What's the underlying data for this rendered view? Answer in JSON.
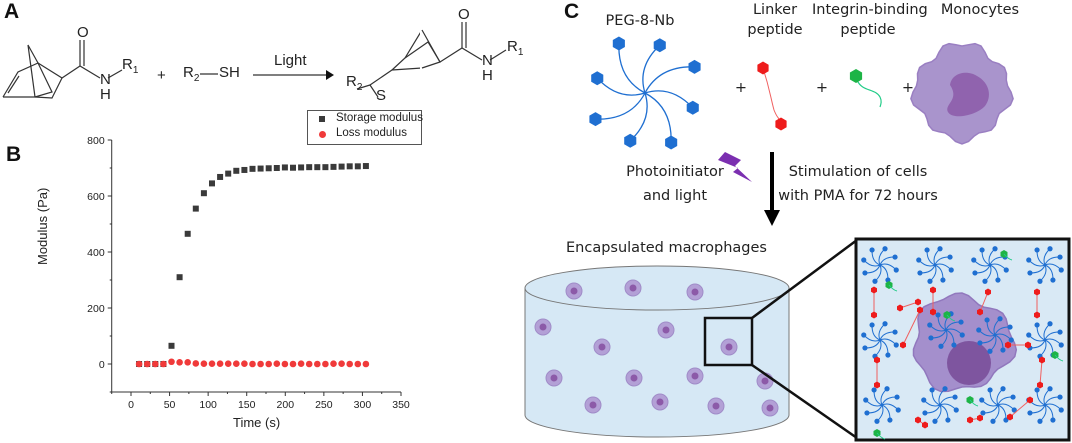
{
  "panel_a": {
    "label": "A",
    "reactant_atoms": {
      "o": "O",
      "n": "N",
      "h": "H",
      "r1": "R",
      "r1_sub": "1"
    },
    "plus": "+",
    "thiol": {
      "r2": "R",
      "r2_sub": "2",
      "sh": "SH"
    },
    "arrow_label": "Light",
    "product_atoms": {
      "r2": "R",
      "r2_sub": "2",
      "s": "S",
      "o": "O",
      "n": "N",
      "h": "H",
      "r1": "R",
      "r1_sub": "1"
    }
  },
  "panel_b": {
    "label": "B"
  },
  "chart_data": {
    "type": "scatter",
    "xlabel": "Time (s)",
    "ylabel": "Modulus (Pa)",
    "xlim": [
      -25,
      350
    ],
    "ylim": [
      -100,
      800
    ],
    "xticks": [
      0,
      50,
      100,
      150,
      200,
      250,
      300,
      350
    ],
    "yticks": [
      0,
      200,
      400,
      600,
      800
    ],
    "legend_position": "top-right",
    "series": [
      {
        "name": "Storage modulus",
        "marker": "square",
        "color": "#3a3a3a",
        "x": [
          10.5,
          21,
          31.5,
          42,
          52.5,
          63,
          73.5,
          84,
          94.5,
          105,
          115.5,
          126,
          136.5,
          147,
          157.5,
          168,
          178.5,
          189,
          199.5,
          210,
          220.5,
          231,
          241.5,
          252,
          262.5,
          273,
          283.5,
          294,
          304.5
        ],
        "y": [
          0,
          0,
          0,
          0,
          65,
          310,
          465,
          555,
          610,
          645,
          668,
          680,
          690,
          693,
          697,
          698,
          699,
          700,
          702,
          701,
          702,
          703,
          703,
          703,
          704,
          705,
          706,
          706,
          707
        ]
      },
      {
        "name": "Loss modulus",
        "marker": "circle",
        "color": "#f03a3a",
        "x": [
          10.5,
          21,
          31.5,
          42,
          52.5,
          63,
          73.5,
          84,
          94.5,
          105,
          115.5,
          126,
          136.5,
          147,
          157.5,
          168,
          178.5,
          189,
          199.5,
          210,
          220.5,
          231,
          241.5,
          252,
          262.5,
          273,
          283.5,
          294,
          304.5
        ],
        "y": [
          0,
          0,
          0,
          0,
          8,
          6,
          6,
          2,
          1,
          1,
          1,
          1,
          1,
          1,
          0,
          0,
          0,
          1,
          0,
          0,
          1,
          0,
          0,
          0,
          1,
          1,
          0,
          0,
          0
        ]
      }
    ]
  },
  "panel_c": {
    "label": "C",
    "peg": "PEG-8-Nb",
    "linker": [
      "Linker",
      "peptide"
    ],
    "integrin": [
      "Integrin-binding",
      "peptide"
    ],
    "monocytes": "Monocytes",
    "plus": "+",
    "photo": [
      "Photoinitiator",
      "and light"
    ],
    "stimulation": [
      "Stimulation of cells",
      "with PMA for 72 hours"
    ],
    "encapsulated": "Encapsulated macrophages",
    "colors": {
      "peg": "#1f6fd1",
      "linker": "#ee1c1c",
      "integrin": "#1db446",
      "cell": "#a994cc",
      "nucleus": "#8c5aa8",
      "gel": "#d6e8f5",
      "lightning": "#7b2fb0"
    }
  }
}
